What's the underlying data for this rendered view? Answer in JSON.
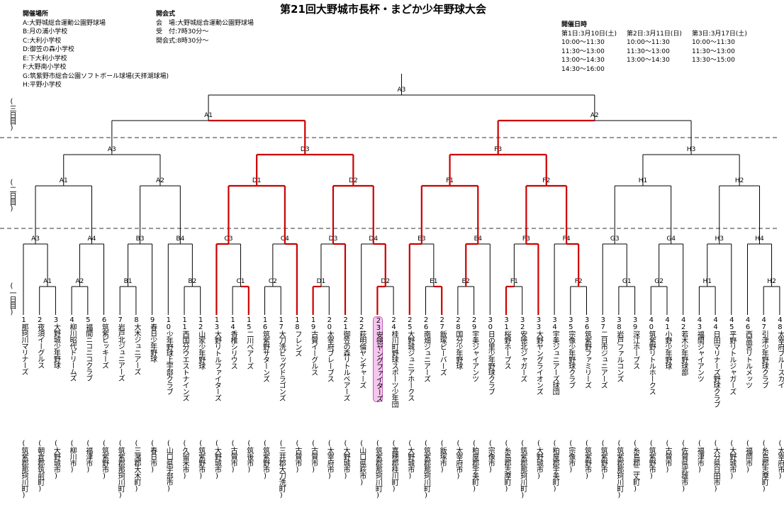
{
  "title": "第21回大野城市長杯・まどか少年野球大会",
  "venues": {
    "heading": "開催場所",
    "items": [
      "A:大野城総合運動公園野球場",
      "B:月の浦小学校",
      "C:大利小学校",
      "D:御笠の森小学校",
      "E:下大利小学校",
      "F:大野南小学校",
      "G:筑紫野市総合公園ソフトボール球場(天拝湖球場)",
      "H:平野小学校"
    ]
  },
  "ceremony": {
    "heading": "開会式",
    "lines": [
      "会　場:大野城総合運動公園野球場",
      "受　付:7時30分～",
      "開会式:8時30分～"
    ]
  },
  "schedule": {
    "heading": "開催日時",
    "days": [
      {
        "label": "第1日:3月10日(土)",
        "slots": [
          "10:00～11:30",
          "11:30～13:00",
          "13:00～14:30",
          "14:30～16:00"
        ]
      },
      {
        "label": "第2日:3月11日(日)",
        "slots": [
          "10:00～11:30",
          "11:30～13:00",
          "13:00～14:30"
        ]
      },
      {
        "label": "第3日:3月17日(土)",
        "slots": [
          "10:00～11:30",
          "11:30～13:00",
          "13:30～15:00"
        ]
      }
    ]
  },
  "day_labels": [
    "(三日目)",
    "(二日目)",
    "(一日目)"
  ],
  "teams": [
    {
      "no": "1",
      "name": "那珂川マリナーズ",
      "city": "(筑紫郡那珂川町)"
    },
    {
      "no": "2",
      "name": "夜須イーグルス",
      "city": "(朝倉郡筑前町)"
    },
    {
      "no": "3",
      "name": "大野城少年野球",
      "city": "(大野城市)"
    },
    {
      "no": "4",
      "name": "柳川昭代ドリームズ",
      "city": "(柳川市)"
    },
    {
      "no": "5",
      "name": "福間ニコニコクラブ",
      "city": "(福津市)"
    },
    {
      "no": "6",
      "name": "筑紫ピッキーズ",
      "city": "(筑紫野市)"
    },
    {
      "no": "7",
      "name": "岩戸北ジュニアーズ",
      "city": "(筑紫郡那珂川町)"
    },
    {
      "no": "8",
      "name": "大木ジュニアーズ",
      "city": "(三潴郡大木町)"
    },
    {
      "no": "9",
      "name": "春日少年野球",
      "city": "(春日市)"
    },
    {
      "no": "10",
      "name": "少年野球上宇部クラブ",
      "city": "(山口県宇部市)"
    },
    {
      "no": "11",
      "name": "西国分ウエストナインズ",
      "city": "(久留米市)"
    },
    {
      "no": "12",
      "name": "山家少年野球",
      "city": "(筑紫野市)"
    },
    {
      "no": "13",
      "name": "大野リトルファイターズ",
      "city": "(大野城市)"
    },
    {
      "no": "14",
      "name": "香椎シリウス",
      "city": "(古賀市)"
    },
    {
      "no": "15",
      "name": "二川ベアーズ",
      "city": "(筑後市)"
    },
    {
      "no": "16",
      "name": "筑紫野サターンズ",
      "city": "(筑紫野市)"
    },
    {
      "no": "17",
      "name": "大刀洗ビッグドラゴンズ",
      "city": "(三井郡大刀洗町)"
    },
    {
      "no": "18",
      "name": "フレンズ",
      "city": "(古賀市)"
    },
    {
      "no": "19",
      "name": "古賀イーグルス",
      "city": "(古賀市)"
    },
    {
      "no": "20",
      "name": "太宰府ブレーブス",
      "city": "(太宰府市)"
    },
    {
      "no": "21",
      "name": "御笠の森リトルベアーズ",
      "city": "(大野城市)"
    },
    {
      "no": "22",
      "name": "萩明倫ヤンチャーズ",
      "city": "(山口県萩市)"
    },
    {
      "no": "23",
      "name": "安徳ヤングファイターズ",
      "city": "(筑紫郡那珂川町)",
      "highlight": true
    },
    {
      "no": "24",
      "name": "桂川町野球スポーツ少年団",
      "city": "(嘉穂郡桂川町)"
    },
    {
      "no": "25",
      "name": "大野城ジュニアホークス",
      "city": "(大野城市)"
    },
    {
      "no": "26",
      "name": "南畑ジュニアーズ",
      "city": "(筑紫郡那珂川町)"
    },
    {
      "no": "27",
      "name": "飯塚ビーバーズ",
      "city": "(飯塚市)"
    },
    {
      "no": "28",
      "name": "国分少年野球",
      "city": "(太宰府市)"
    },
    {
      "no": "29",
      "name": "宇美ジャイアンツ",
      "city": "(粕屋郡宇美町)"
    },
    {
      "no": "30",
      "name": "日の里少年野球クラブ",
      "city": "(宗像市)"
    },
    {
      "no": "31",
      "name": "桜野ホープス",
      "city": "(糸島郡志摩町)"
    },
    {
      "no": "32",
      "name": "安徳北ジャガーズ",
      "city": "(筑紫郡那珂川町)"
    },
    {
      "no": "33",
      "name": "大野ヤングライオンズ",
      "city": "(大野城市)"
    },
    {
      "no": "34",
      "name": "宇美ジュニアーズ球団",
      "city": "(粕屋郡宇美町)"
    },
    {
      "no": "35",
      "name": "宗像少年野球クラブ",
      "city": "(宗像市)"
    },
    {
      "no": "36",
      "name": "筑紫野ファミリーズ",
      "city": "(筑紫野市)"
    },
    {
      "no": "37",
      "name": "二日市ジュニアーズ",
      "city": "(筑紫野市)"
    },
    {
      "no": "38",
      "name": "岩戸ファルコンズ",
      "city": "(筑紫郡那珂川町)"
    },
    {
      "no": "39",
      "name": "深江ホープス",
      "city": "(糸島郡二丈町)"
    },
    {
      "no": "40",
      "name": "筑紫野リトルホークス",
      "city": "(筑紫野市)"
    },
    {
      "no": "41",
      "name": "小野少年野球",
      "city": "(古賀市)"
    },
    {
      "no": "42",
      "name": "若木少年野球部",
      "city": "(佐賀県武雄市)"
    },
    {
      "no": "43",
      "name": "福間ジャイアンツ",
      "city": "(福津市)"
    },
    {
      "no": "44",
      "name": "日田マリナーズ野球クラブ",
      "city": "(大分県日田市)"
    },
    {
      "no": "45",
      "name": "平野リトルジャガーズ",
      "city": "(大野城市)"
    },
    {
      "no": "46",
      "name": "西高宮リトルメッツ",
      "city": "(福岡市)"
    },
    {
      "no": "47",
      "name": "引津少年野球クラブ",
      "city": "(糸島郡志摩町)"
    },
    {
      "no": "48",
      "name": "太宰府ブルースカイ",
      "city": "(太宰府市)"
    }
  ],
  "bracket_labels": {
    "r1_pair": [
      "A1",
      "A2",
      "B1",
      "B2",
      "C1",
      "C2",
      "D1",
      "D2",
      "E1",
      "E2",
      "F1",
      "F2",
      "G1",
      "G2",
      "H1",
      "H2"
    ],
    "r1_quad": [
      "A3",
      "A4",
      "B3",
      "B4",
      "C3",
      "C4",
      "D3",
      "D4",
      "E3",
      "E4",
      "F3",
      "F4",
      "G3",
      "G4",
      "H3",
      "H4"
    ],
    "r2": [
      "A1",
      "A2",
      "D1",
      "D2",
      "F1",
      "F2",
      "H1",
      "H2"
    ],
    "r3": [
      "A3",
      "D3",
      "F3",
      "H3"
    ],
    "r4": [
      "A1",
      "A2"
    ],
    "final": "A3"
  },
  "colors": {
    "win_line": "#cc0000",
    "line": "#000000",
    "highlight_bg": "#f5c6f0"
  }
}
